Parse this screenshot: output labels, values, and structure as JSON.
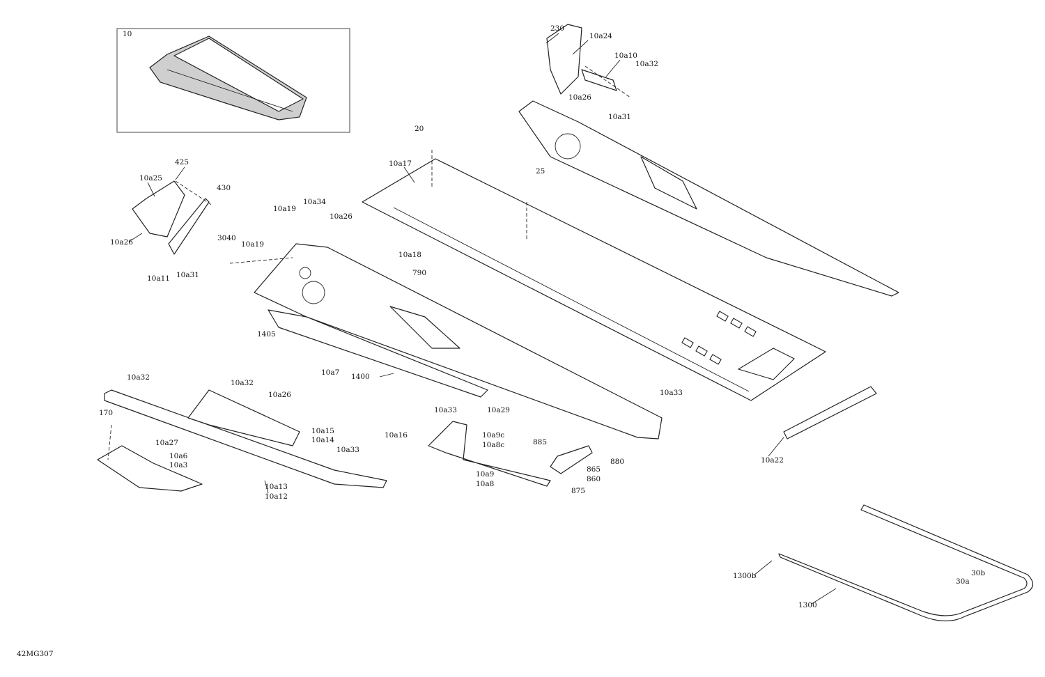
{
  "drawing_ref": "42MG307",
  "callouts": [
    {
      "id": "10"
    },
    {
      "id": "230"
    },
    {
      "id": "10a24"
    },
    {
      "id": "10a10"
    },
    {
      "id": "10a32"
    },
    {
      "id": "10a26"
    },
    {
      "id": "10a31"
    },
    {
      "id": "20"
    },
    {
      "id": "10a17"
    },
    {
      "id": "25"
    },
    {
      "id": "425"
    },
    {
      "id": "10a25"
    },
    {
      "id": "430"
    },
    {
      "id": "10a26"
    },
    {
      "id": "10a11"
    },
    {
      "id": "10a31"
    },
    {
      "id": "10a19"
    },
    {
      "id": "10a34"
    },
    {
      "id": "10a26"
    },
    {
      "id": "3040"
    },
    {
      "id": "10a19"
    },
    {
      "id": "10a18"
    },
    {
      "id": "790"
    },
    {
      "id": "1405"
    },
    {
      "id": "10a7"
    },
    {
      "id": "1400"
    },
    {
      "id": "10a29"
    },
    {
      "id": "10a33"
    },
    {
      "id": "10a32"
    },
    {
      "id": "170"
    },
    {
      "id": "10a32"
    },
    {
      "id": "10a26"
    },
    {
      "id": "10a15"
    },
    {
      "id": "10a14"
    },
    {
      "id": "10a27"
    },
    {
      "id": "10a6"
    },
    {
      "id": "10a3"
    },
    {
      "id": "10a33"
    },
    {
      "id": "10a13"
    },
    {
      "id": "10a12"
    },
    {
      "id": "10a33"
    },
    {
      "id": "10a16"
    },
    {
      "id": "10a9c"
    },
    {
      "id": "10a8c"
    },
    {
      "id": "10a9"
    },
    {
      "id": "10a8"
    },
    {
      "id": "885"
    },
    {
      "id": "865"
    },
    {
      "id": "860"
    },
    {
      "id": "880"
    },
    {
      "id": "875"
    },
    {
      "id": "10a22"
    },
    {
      "id": "1300b"
    },
    {
      "id": "30b"
    },
    {
      "id": "30a"
    },
    {
      "id": "1300"
    }
  ]
}
